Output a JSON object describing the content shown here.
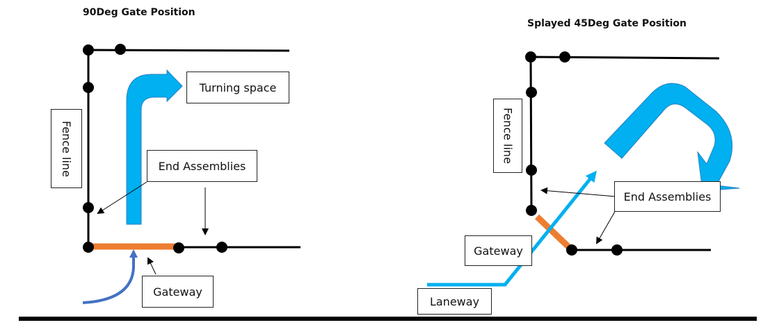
{
  "diagrams": [
    {
      "title": "90Deg Gate Position",
      "labels": {
        "fence_line": "Fence line",
        "turning_space": "Turning space",
        "end_assemblies": "End Assemblies",
        "gateway": "Gateway"
      }
    },
    {
      "title": "Splayed 45Deg Gate Position",
      "labels": {
        "fence_line": "Fence line",
        "end_assemblies": "End Assemblies",
        "gateway": "Gateway",
        "laneway": "Laneway"
      }
    }
  ],
  "colors": {
    "fence": "#000000",
    "gate": "#ed7d31",
    "traffic_arrow": "#00b0f0",
    "approach_path": "#4472c4"
  }
}
